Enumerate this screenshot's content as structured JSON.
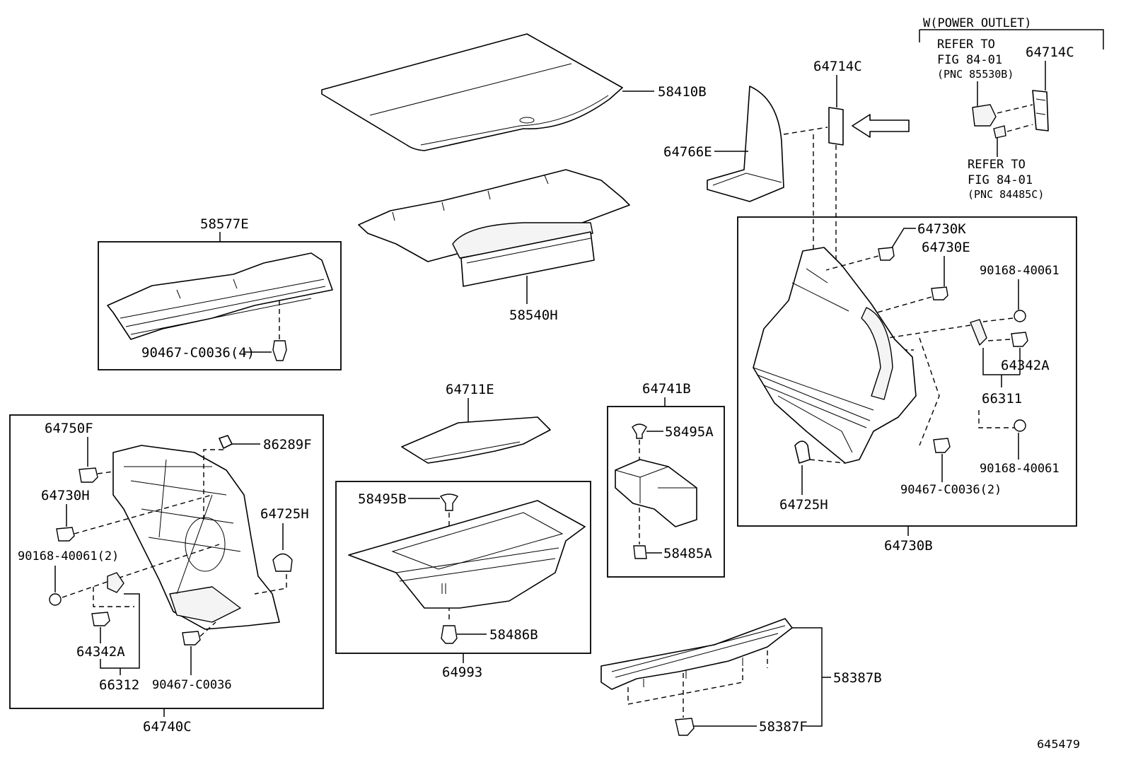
{
  "diagram": {
    "id": "645479",
    "notes": {
      "power_outlet": "W(POWER OUTLET)",
      "refer1_line1": "REFER TO",
      "refer1_line2": "FIG 84-01",
      "refer1_pnc": "(PNC 85530B)",
      "refer2_line1": "REFER TO",
      "refer2_line2": "FIG 84-01",
      "refer2_pnc": "(PNC 84485C)"
    },
    "parts": {
      "p58410B": "58410B",
      "p58577E": "58577E",
      "p58540H": "58540H",
      "p90467_C0036_4": "90467-C0036(4)",
      "p64714C_a": "64714C",
      "p64714C_b": "64714C",
      "p64766E": "64766E",
      "p64730K": "64730K",
      "p64730E": "64730E",
      "p90168_40061_a": "90168-40061",
      "p64342A_r": "64342A",
      "p66311": "66311",
      "p90168_40061_b": "90168-40061",
      "p90467_C0036_2": "90467-C0036(2)",
      "p64725H_r": "64725H",
      "p64730B": "64730B",
      "p64711E": "64711E",
      "p64741B": "64741B",
      "p58495A": "58495A",
      "p58485A": "58485A",
      "p58495B": "58495B",
      "p58486B": "58486B",
      "p64993": "64993",
      "p64750F": "64750F",
      "p86289F": "86289F",
      "p64730H": "64730H",
      "p64725H_l": "64725H",
      "p90168_40061_2": "90168-40061(2)",
      "p64342A_l": "64342A",
      "p66312": "66312",
      "p90467_C0036": "90467-C0036",
      "p64740C": "64740C",
      "p58387B": "58387B",
      "p58387F": "58387F"
    }
  }
}
